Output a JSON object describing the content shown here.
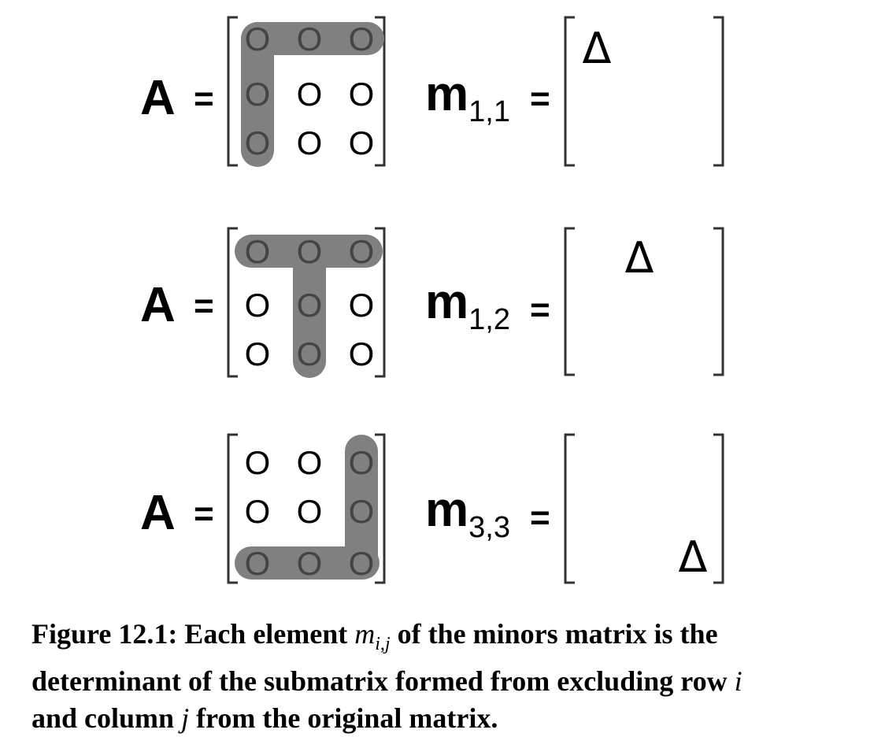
{
  "matrix_symbol": "A",
  "equals": "=",
  "element_glyph": "O",
  "delta": "Δ",
  "minor_symbol": "m",
  "highlight_color": "#808080",
  "rows": [
    {
      "subscript": "1,1",
      "excluded_row": 1,
      "excluded_col": 1,
      "delta_position": "top-left"
    },
    {
      "subscript": "1,2",
      "excluded_row": 1,
      "excluded_col": 2,
      "delta_position": "top-center"
    },
    {
      "subscript": "3,3",
      "excluded_row": 3,
      "excluded_col": 3,
      "delta_position": "bottom-right"
    }
  ],
  "caption": {
    "part1": "Figure 12.1: Each element ",
    "math1": "m",
    "math1_sub": "i,j",
    "part2": " of the minors matrix is the",
    "line2a": "determinant of the submatrix formed from excluding row ",
    "math2": "i",
    "line3a": "and column ",
    "math3": "j",
    "line3b": " from the original matrix."
  }
}
